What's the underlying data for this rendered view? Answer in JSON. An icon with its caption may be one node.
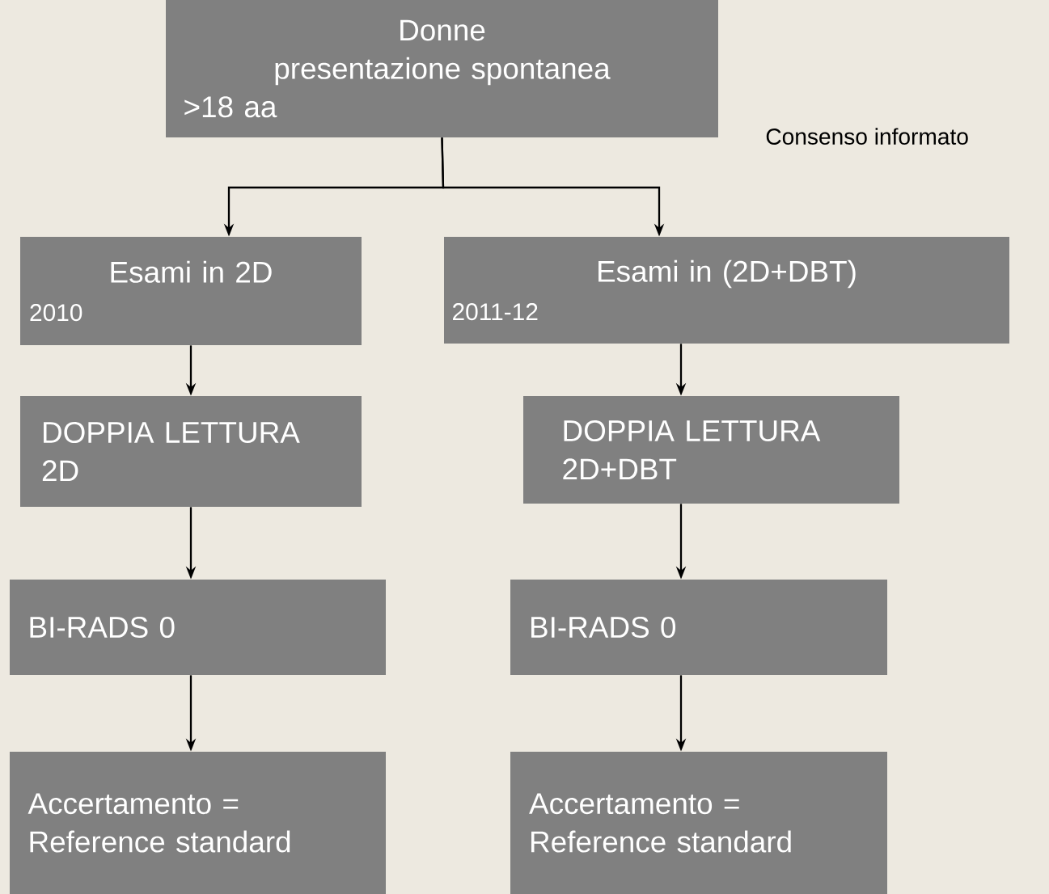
{
  "diagram": {
    "nodes": [
      {
        "text": [
          "Donne",
          "presentazione spontanea",
          ">18 aa"
        ]
      },
      {
        "text": [
          "Esami in 2D",
          "2010"
        ]
      },
      {
        "text": [
          "Esami in (2D+DBT)",
          "2011-12"
        ]
      },
      {
        "text": [
          "DOPPIA LETTURA 2D"
        ]
      },
      {
        "text": [
          "DOPPIA LETTURA 2D+DBT"
        ]
      },
      {
        "text": [
          "BI-RADS 0"
        ]
      },
      {
        "text": [
          "BI-RADS 0"
        ]
      },
      {
        "text": [
          "Accertamento = Reference standard"
        ]
      },
      {
        "text": [
          "Accertamento = Reference standard"
        ]
      }
    ],
    "edges": [
      {
        "from": 0,
        "to": 1,
        "arrow": "to"
      },
      {
        "from": 0,
        "to": 2,
        "arrow": "to"
      },
      {
        "from": 1,
        "to": 3,
        "arrow": "to"
      },
      {
        "from": 2,
        "to": 4,
        "arrow": "to"
      },
      {
        "from": 3,
        "to": 5,
        "arrow": "to"
      },
      {
        "from": 4,
        "to": 6,
        "arrow": "to"
      },
      {
        "from": 5,
        "to": 7,
        "arrow": "to"
      },
      {
        "from": 6,
        "to": 8,
        "arrow": "to"
      }
    ],
    "labels": [
      "Consenso informato"
    ]
  }
}
